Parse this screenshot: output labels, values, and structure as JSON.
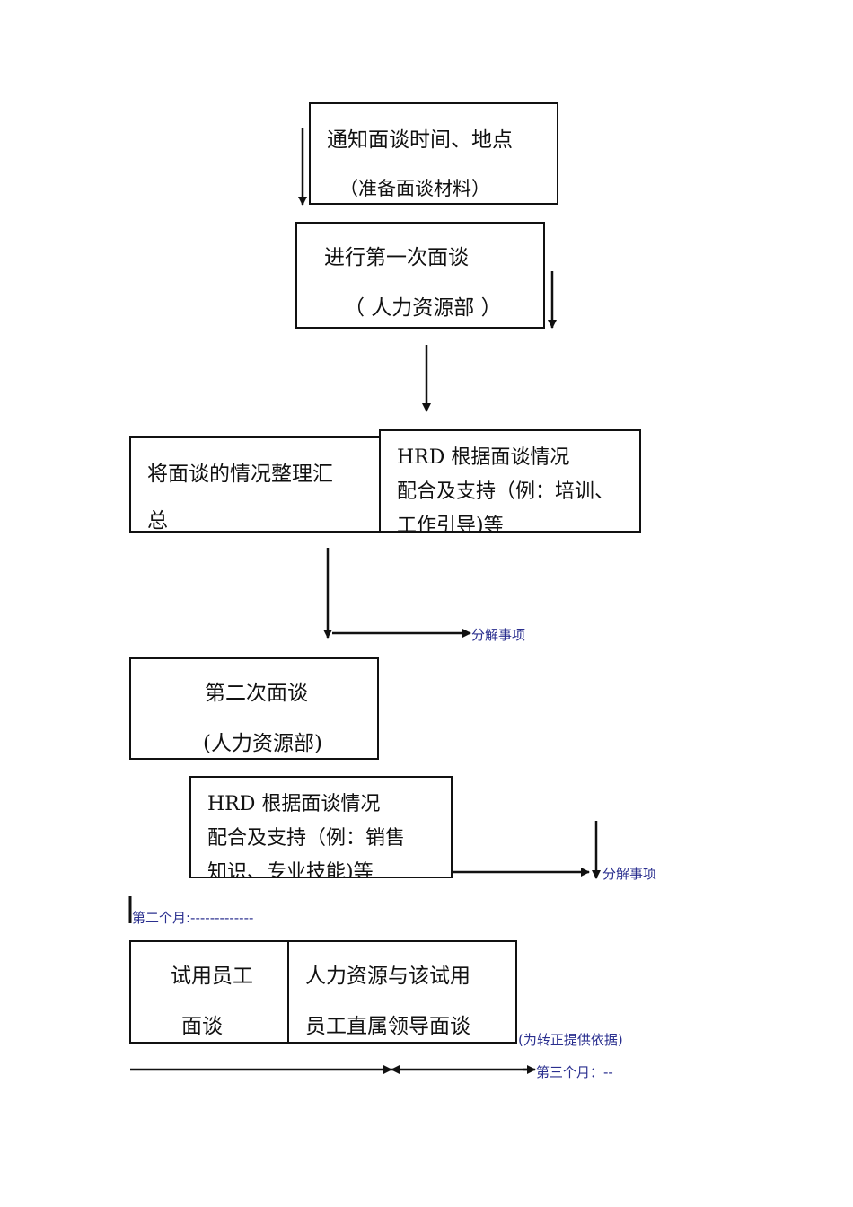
{
  "boxes": {
    "notify": {
      "line1": "通知面谈时间、地点",
      "line2": "（准备面谈材料）"
    },
    "first_interview": {
      "line1": "进行第一次面谈",
      "line2": "（ 人力资源部 ）"
    },
    "summary": {
      "line1": "将面谈的情况整理汇",
      "line2": "总"
    },
    "hrd_support_1": {
      "line1": "HRD 根据面谈情况",
      "line2": "配合及支持（例：培训、",
      "line3": "工作引导)等"
    },
    "second_interview": {
      "line1": "第二次面谈",
      "line2": "(人力资源部)"
    },
    "hrd_support_2": {
      "line1": "HRD 根据面谈情况",
      "line2": "配合及支持（例：销售",
      "line3": "知识、专业技能)等"
    },
    "trial_left": {
      "line1": "试用员工",
      "line2": "面谈"
    },
    "trial_right": {
      "line1": "人力资源与该试用",
      "line2": "员工直属领导面谈"
    }
  },
  "notes": {
    "decompose_1": "分解事项",
    "decompose_2": "分解事项",
    "second_month": "第二个月:-------------",
    "confirmation": "(为转正提供依据)",
    "third_month": "第三个月：--"
  }
}
